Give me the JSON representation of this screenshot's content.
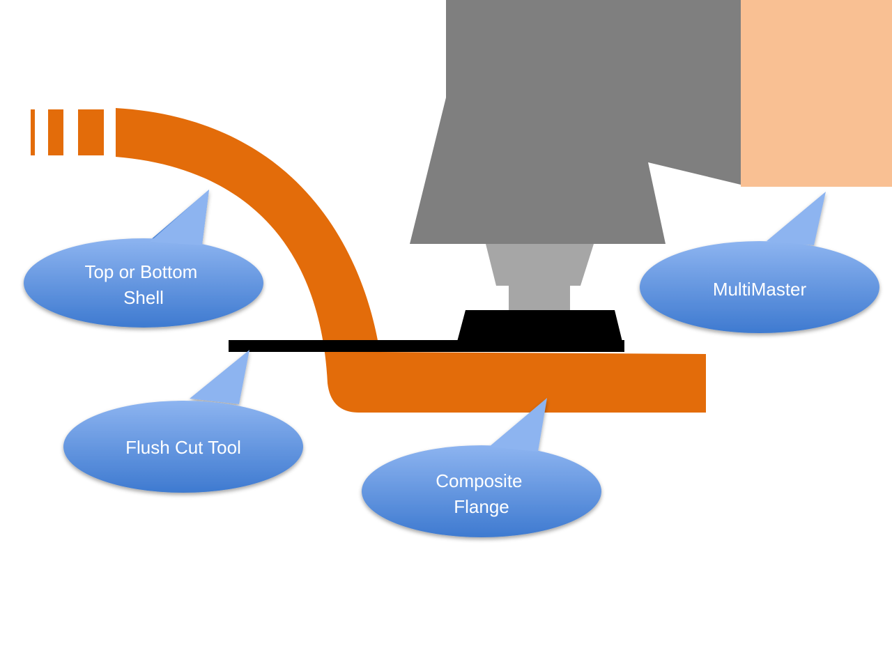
{
  "diagram": {
    "callouts": {
      "shell": {
        "lines": [
          "Top or Bottom",
          "Shell"
        ]
      },
      "tool": {
        "lines": [
          "MultiMaster"
        ]
      },
      "blade": {
        "lines": [
          "Flush Cut Tool"
        ]
      },
      "flange": {
        "lines": [
          "Composite",
          "Flange"
        ]
      }
    },
    "colors": {
      "shell": "#e36c0a",
      "tool_body": "#7f7f7f",
      "tool_collar": "#a6a6a6",
      "hand": "#f9c093",
      "blade": "#000000",
      "callout_top": "#8db4f0",
      "callout_bottom": "#3e7ad0"
    }
  }
}
